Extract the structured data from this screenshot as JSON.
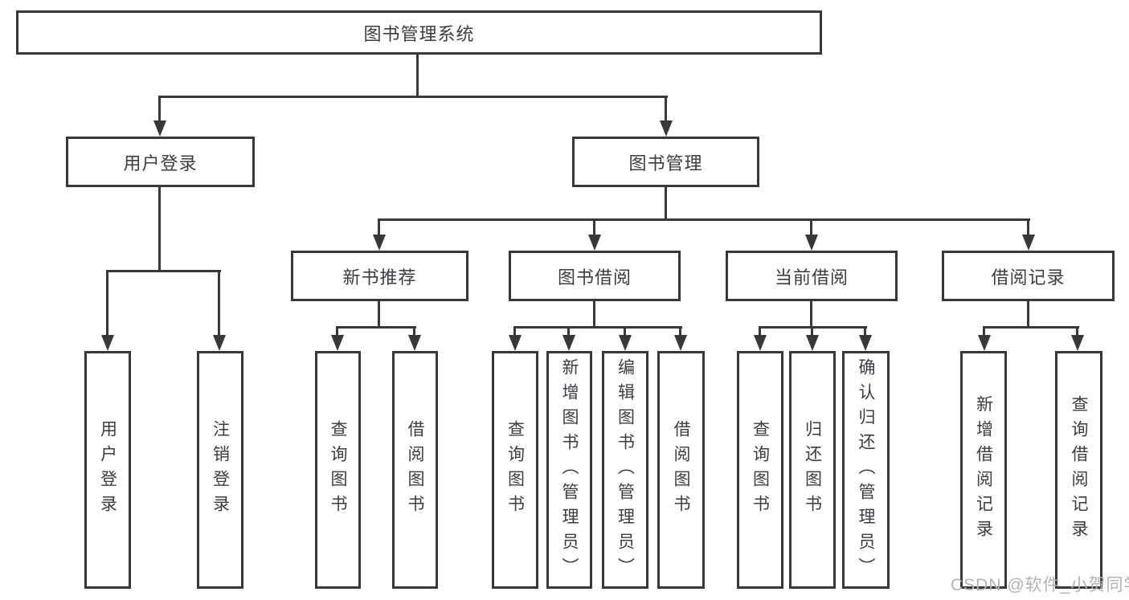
{
  "tree": {
    "root": {
      "label": "图书管理系统"
    },
    "branches": [
      {
        "label": "用户登录",
        "children": [
          {
            "label": "用户登录"
          },
          {
            "label": "注销登录"
          }
        ]
      },
      {
        "label": "图书管理",
        "groups": [
          {
            "label": "新书推荐",
            "children": [
              {
                "label": "查询图书"
              },
              {
                "label": "借阅图书"
              }
            ]
          },
          {
            "label": "图书借阅",
            "children": [
              {
                "label": "查询图书"
              },
              {
                "label": "新增图书（管理员）"
              },
              {
                "label": "编辑图书（管理员）"
              },
              {
                "label": "借阅图书"
              }
            ]
          },
          {
            "label": "当前借阅",
            "children": [
              {
                "label": "查询图书"
              },
              {
                "label": "归还图书"
              },
              {
                "label": "确认归还（管理员）"
              }
            ]
          },
          {
            "label": "借阅记录",
            "children": [
              {
                "label": "新增借阅记录"
              },
              {
                "label": "查询借阅记录"
              }
            ]
          }
        ]
      }
    ]
  },
  "watermark": {
    "text": "CSDN @软件_小贺同学"
  },
  "colors": {
    "line": "#383838",
    "text": "#3c3c42",
    "watermark": "#b3b3b3"
  }
}
